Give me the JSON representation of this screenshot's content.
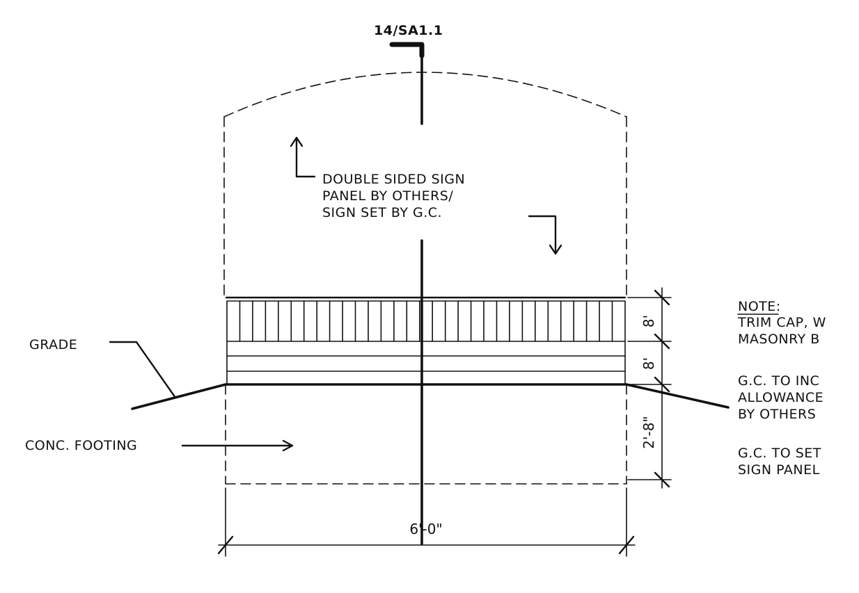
{
  "section_ref": "14/SA1.1",
  "callout_sign_panel": [
    "DOUBLE SIDED SIGN",
    "PANEL BY OTHERS/",
    "SIGN SET BY G.C."
  ],
  "label_grade": "GRADE",
  "label_footing": "CONC. FOOTING",
  "dimensions": {
    "cap": "8'",
    "base": "8'",
    "footing": "2'-8\"",
    "width": "6'-0\""
  },
  "note": {
    "title": "NOTE:",
    "lines": [
      "TRIM CAP, W",
      "MASONRY B",
      "G.C. TO INC",
      "ALLOWANCE",
      "BY OTHERS",
      "G.C. TO SET",
      "SIGN PANEL"
    ]
  },
  "colors": {
    "ink": "#111111",
    "paper": "#ffffff"
  }
}
